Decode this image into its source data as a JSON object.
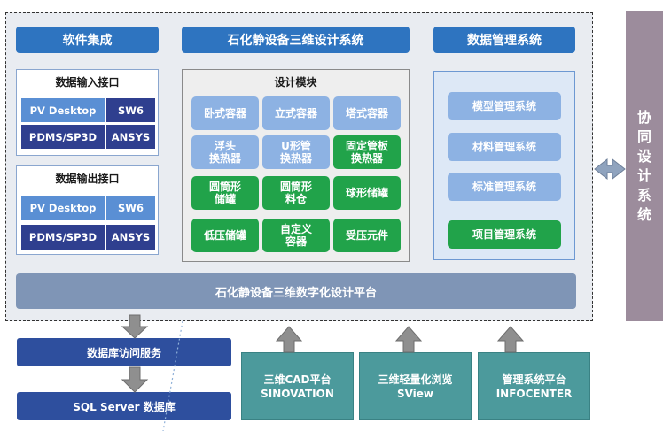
{
  "headers": {
    "software_integration": "软件集成",
    "main_system": "石化静设备三维设计系统",
    "data_management": "数据管理系统"
  },
  "input_interface": {
    "title": "数据输入接口",
    "cells": [
      "PV Desktop",
      "SW6",
      "PDMS/SP3D",
      "ANSYS"
    ]
  },
  "output_interface": {
    "title": "数据输出接口",
    "cells": [
      "PV Desktop",
      "SW6",
      "PDMS/SP3D",
      "ANSYS"
    ]
  },
  "design_module": {
    "title": "设计模块",
    "items": [
      {
        "label": "卧式容器",
        "color": "#8db2e3"
      },
      {
        "label": "立式容器",
        "color": "#8db2e3"
      },
      {
        "label": "塔式容器",
        "color": "#8db2e3"
      },
      {
        "label": "浮头\n换热器",
        "color": "#8db2e3"
      },
      {
        "label": "U形管\n换热器",
        "color": "#8db2e3"
      },
      {
        "label": "固定管板\n换热器",
        "color": "#21a34a"
      },
      {
        "label": "圆筒形\n储罐",
        "color": "#21a34a"
      },
      {
        "label": "圆筒形\n料仓",
        "color": "#21a34a"
      },
      {
        "label": "球形储罐",
        "color": "#21a34a"
      },
      {
        "label": "低压储罐",
        "color": "#21a34a"
      },
      {
        "label": "自定义\n容器",
        "color": "#21a34a"
      },
      {
        "label": "受压元件",
        "color": "#21a34a"
      }
    ]
  },
  "management": {
    "items": [
      {
        "label": "模型管理系统",
        "color": "#8db2e3"
      },
      {
        "label": "材料管理系统",
        "color": "#8db2e3"
      },
      {
        "label": "标准管理系统",
        "color": "#8db2e3"
      },
      {
        "label": "项目管理系统",
        "color": "#21a34a"
      }
    ]
  },
  "platform": "石化静设备三维数字化设计平台",
  "collaboration": "协\n同\n设\n计\n系\n统",
  "services": {
    "db_access": "数据库访问服务",
    "sql_server": "SQL Server 数据库"
  },
  "platforms_bottom": [
    {
      "label": "三维CAD平台\nSINOVATION"
    },
    {
      "label": "三维轻量化浏览\nSView"
    },
    {
      "label": "管理系统平台\nINFOCENTER"
    }
  ],
  "colors": {
    "header_blue": "#2e74c0",
    "light_blue": "#8db2e3",
    "green": "#21a34a",
    "navy": "#2f3f8f",
    "teal": "#4c9a9c",
    "collab": "#9c8c9c"
  }
}
